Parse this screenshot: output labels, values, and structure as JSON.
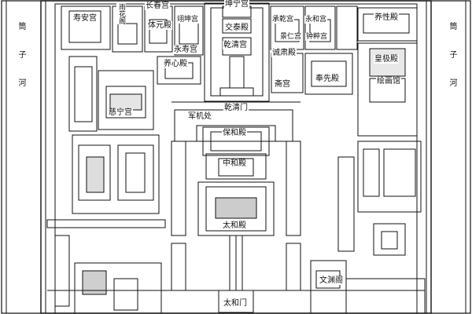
{
  "map": {
    "moat_left": "筒子河",
    "moat_right": "筒子河",
    "halls": {
      "shouan_gong": "寿安宫",
      "yuhua_ge": "雨花阁",
      "changchun_gong": "长春宫",
      "tiyuan_dian": "体元殿",
      "xianfu_gong": "翊坤宫",
      "kunning_gong": "坤宁宫",
      "jiaotai_dian": "交泰殿",
      "qianqing_gong": "乾清宫",
      "chengqian_gong": "承乾宫",
      "yonghe_gong": "永和宫",
      "jingren_gong": "景仁宫",
      "zhongcui_gong": "钟粹宫",
      "yangxing_dian": "养性殿",
      "yongshou_gong": "永寿宫",
      "yangxin_dian": "养心殿",
      "cheng_su_dian": "诚肃殿",
      "zhaigong": "斋宫",
      "fengxian_dian": "奉先殿",
      "huangji_dian": "皇极殿",
      "huihua_guan": "绘画馆",
      "cining_gong": "慈宁宫",
      "junji_chu": "军机处",
      "qianqing_men": "乾清门",
      "baohe_dian": "保和殿",
      "zhonghe_dian": "中和殿",
      "taihe_dian": "太和殿",
      "taihe_men": "太和门",
      "wenyuan_ge": "文渊阁"
    }
  }
}
